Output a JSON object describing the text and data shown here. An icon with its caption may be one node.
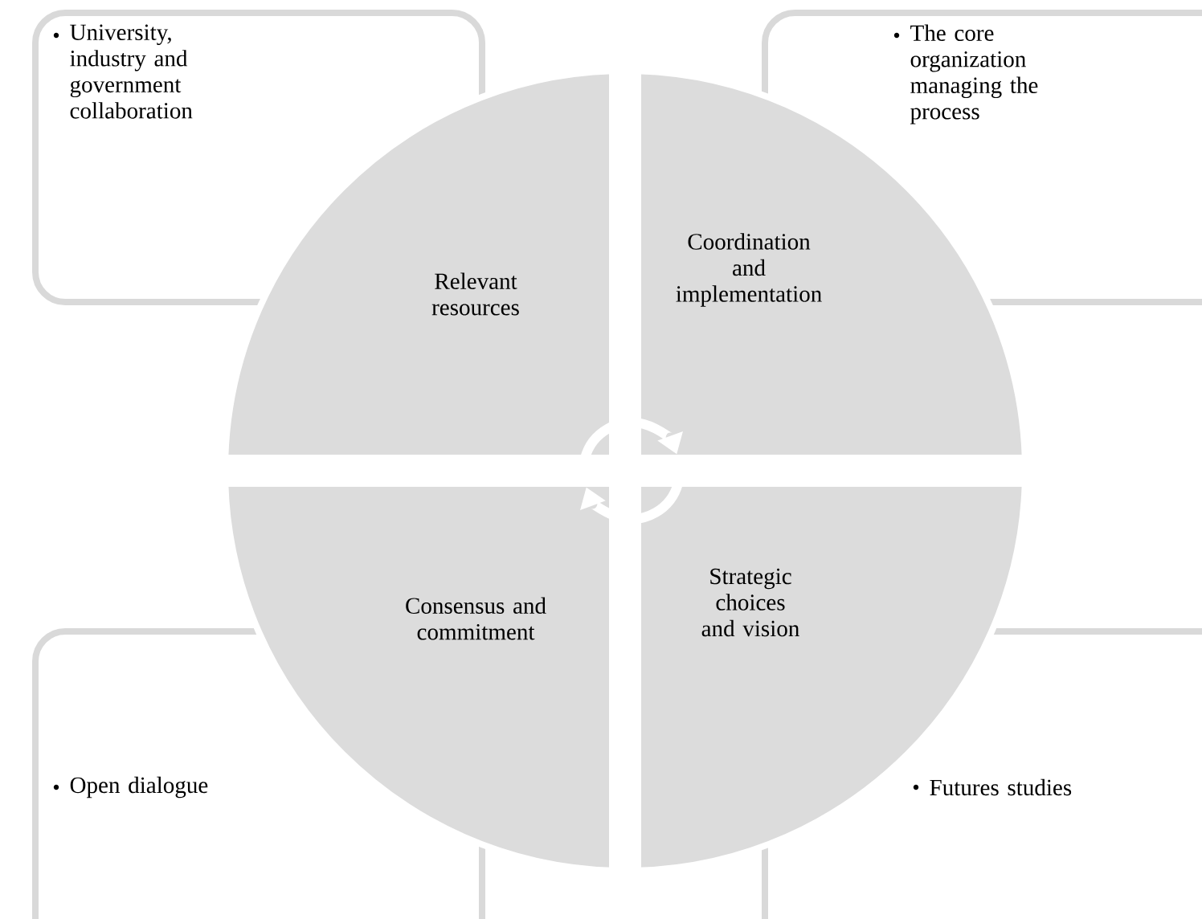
{
  "diagram": {
    "nodes": [
      {
        "text": [
          "University, industry and government collaboration"
        ]
      },
      {
        "text": [
          "The core organization managing the process"
        ]
      },
      {
        "text": [
          "Relevant resources"
        ]
      },
      {
        "text": [
          "Coordination and implementation"
        ]
      },
      {
        "text": [
          "Consensus and commitment"
        ]
      },
      {
        "text": [
          "Strategic choices and vision"
        ]
      },
      {
        "text": [
          "Open dialogue"
        ]
      },
      {
        "text": [
          "Futures studies"
        ]
      }
    ],
    "edges": [
      {
        "from": 2,
        "to": 3,
        "arrow": "to"
      },
      {
        "from": 5,
        "to": 4,
        "arrow": "to"
      }
    ]
  }
}
